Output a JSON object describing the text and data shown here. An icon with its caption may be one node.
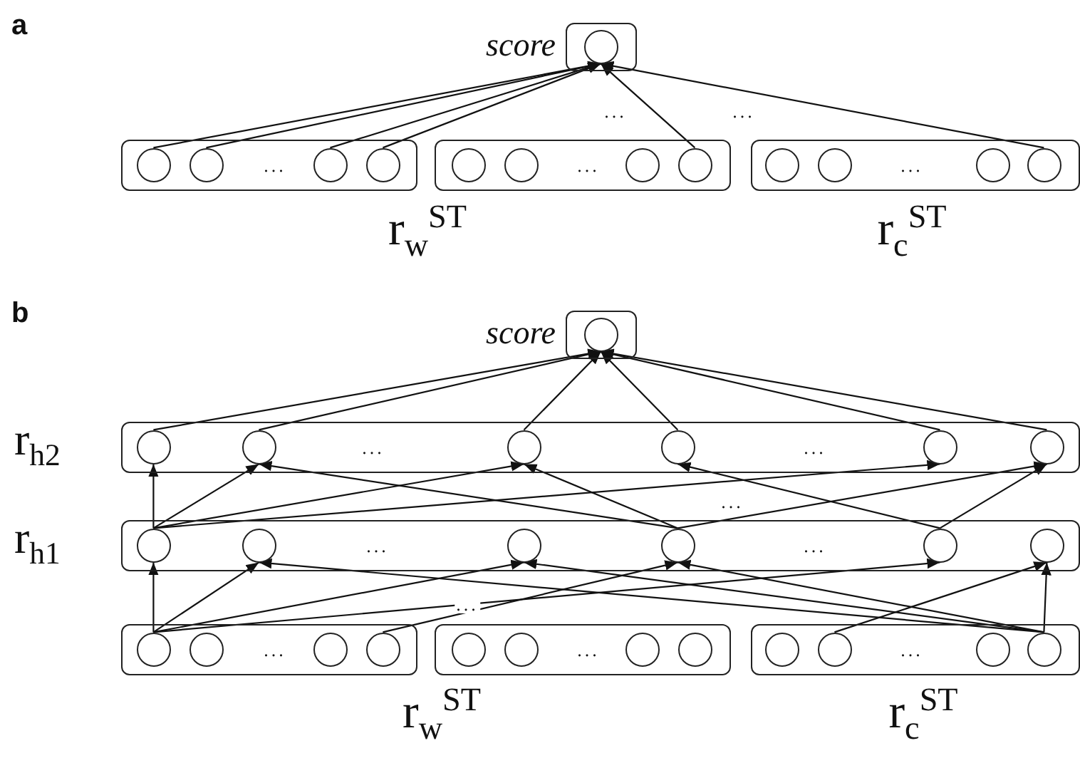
{
  "diagram": {
    "nodes": [
      {
        "text": [
          "score"
        ]
      },
      {
        "text": [],
        "shape": "circle",
        "in": 0
      },
      {
        "text": [],
        "shape": "box"
      },
      {
        "text": [],
        "shape": "circle",
        "in": 2
      },
      {
        "text": [],
        "shape": "circle",
        "in": 2
      },
      {
        "text": [],
        "shape": "circle",
        "in": 2
      },
      {
        "text": [],
        "shape": "circle",
        "in": 2
      },
      {
        "text": [],
        "shape": "box"
      },
      {
        "text": [],
        "shape": "circle",
        "in": 7
      },
      {
        "text": [],
        "shape": "circle",
        "in": 7
      },
      {
        "text": [],
        "shape": "circle",
        "in": 7
      },
      {
        "text": [],
        "shape": "circle",
        "in": 7
      },
      {
        "text": [],
        "shape": "box"
      },
      {
        "text": [],
        "shape": "circle",
        "in": 12
      },
      {
        "text": [],
        "shape": "circle",
        "in": 12
      },
      {
        "text": [],
        "shape": "circle",
        "in": 12
      },
      {
        "text": [],
        "shape": "circle",
        "in": 12
      },
      {
        "text": [
          "score"
        ]
      },
      {
        "text": [],
        "shape": "circle",
        "in": 17
      },
      {
        "text": [
          "r$_{h2}$"
        ]
      },
      {
        "text": [],
        "shape": "circle",
        "in": 19
      },
      {
        "text": [],
        "shape": "circle",
        "in": 19
      },
      {
        "text": [],
        "shape": "circle",
        "in": 19
      },
      {
        "text": [],
        "shape": "circle",
        "in": 19
      },
      {
        "text": [],
        "shape": "circle",
        "in": 19
      },
      {
        "text": [],
        "shape": "circle",
        "in": 19
      },
      {
        "text": [
          "r$_{h1}$"
        ]
      },
      {
        "text": [],
        "shape": "circle",
        "in": 26
      },
      {
        "text": [],
        "shape": "circle",
        "in": 26
      },
      {
        "text": [],
        "shape": "circle",
        "in": 26
      },
      {
        "text": [],
        "shape": "circle",
        "in": 26
      },
      {
        "text": [],
        "shape": "circle",
        "in": 26
      },
      {
        "text": [],
        "shape": "circle",
        "in": 26
      },
      {
        "text": [],
        "shape": "box"
      },
      {
        "text": [],
        "shape": "circle",
        "in": 33
      },
      {
        "text": [],
        "shape": "circle",
        "in": 33
      },
      {
        "text": [],
        "shape": "circle",
        "in": 33
      },
      {
        "text": [],
        "shape": "circle",
        "in": 33
      },
      {
        "text": [],
        "shape": "box"
      },
      {
        "text": [],
        "shape": "circle",
        "in": 38
      },
      {
        "text": [],
        "shape": "circle",
        "in": 38
      },
      {
        "text": [],
        "shape": "circle",
        "in": 38
      },
      {
        "text": [],
        "shape": "circle",
        "in": 38
      },
      {
        "text": [],
        "shape": "box"
      },
      {
        "text": [],
        "shape": "circle",
        "in": 43
      },
      {
        "text": [],
        "shape": "circle",
        "in": 43
      },
      {
        "text": [],
        "shape": "circle",
        "in": 43
      },
      {
        "text": [],
        "shape": "circle",
        "in": 43
      }
    ],
    "edges": [
      {
        "from": 3,
        "to": 1,
        "arrow": "to"
      },
      {
        "from": 4,
        "to": 1,
        "arrow": "to"
      },
      {
        "from": 5,
        "to": 1,
        "arrow": "to"
      },
      {
        "from": 6,
        "to": 1,
        "arrow": "to"
      },
      {
        "from": 11,
        "to": 1,
        "arrow": "to"
      },
      {
        "from": 16,
        "to": 1,
        "arrow": "to"
      },
      {
        "from": 20,
        "to": 18,
        "arrow": "to"
      },
      {
        "from": 21,
        "to": 18,
        "arrow": "to"
      },
      {
        "from": 22,
        "to": 18,
        "arrow": "to"
      },
      {
        "from": 23,
        "to": 18,
        "arrow": "to"
      },
      {
        "from": 24,
        "to": 18,
        "arrow": "to"
      },
      {
        "from": 25,
        "to": 18,
        "arrow": "to"
      },
      {
        "from": 27,
        "to": 20,
        "arrow": "to"
      },
      {
        "from": 27,
        "to": 21,
        "arrow": "to"
      },
      {
        "from": 27,
        "to": 22,
        "arrow": "to"
      },
      {
        "from": 27,
        "to": 24,
        "arrow": "to"
      },
      {
        "from": 30,
        "to": 21,
        "arrow": "to"
      },
      {
        "from": 30,
        "to": 22,
        "arrow": "to"
      },
      {
        "from": 30,
        "to": 25,
        "arrow": "to"
      },
      {
        "from": 31,
        "to": 23,
        "arrow": "to"
      },
      {
        "from": 31,
        "to": 25,
        "arrow": "to"
      },
      {
        "from": 34,
        "to": 27,
        "arrow": "to"
      },
      {
        "from": 34,
        "to": 28,
        "arrow": "to"
      },
      {
        "from": 34,
        "to": 29,
        "arrow": "to"
      },
      {
        "from": 34,
        "to": 31,
        "arrow": "to"
      },
      {
        "from": 37,
        "to": 30,
        "arrow": "to"
      },
      {
        "from": 45,
        "to": 32,
        "arrow": "to"
      },
      {
        "from": 47,
        "to": 32,
        "arrow": "to"
      },
      {
        "from": 47,
        "to": 28,
        "arrow": "to"
      },
      {
        "from": 47,
        "to": 29,
        "arrow": "to"
      },
      {
        "from": 47,
        "to": 30,
        "arrow": "to"
      }
    ],
    "labels": [
      "a",
      "...",
      "...",
      "...",
      "...",
      "...",
      "r$_{w}$$^{ST}$",
      "r$_{c}$$^{ST}$",
      "b",
      "...",
      "...",
      "...",
      "...",
      "...",
      "...",
      "...",
      "...",
      "...",
      "r$_{w}$$^{ST}$",
      "r$_{c}$$^{ST}$"
    ]
  }
}
